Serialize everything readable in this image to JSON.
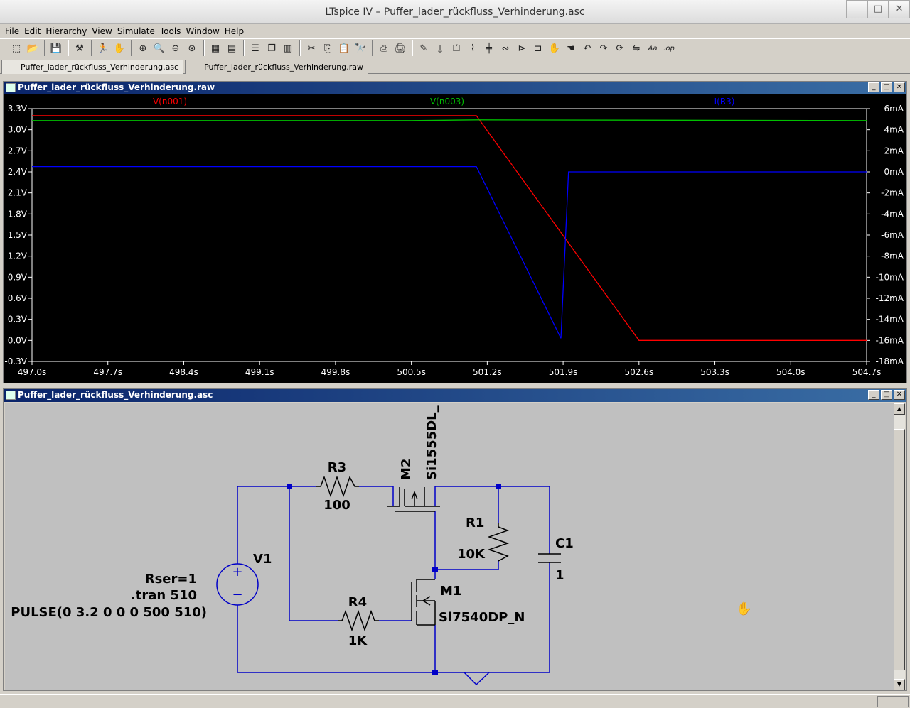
{
  "window": {
    "title": "LTspice IV – Puffer_lader_rückfluss_Verhinderung.asc",
    "minimize": "–",
    "maximize": "□",
    "close": "✕"
  },
  "menu": [
    {
      "label": "File"
    },
    {
      "label": "Edit"
    },
    {
      "label": "Hierarchy"
    },
    {
      "label": "View"
    },
    {
      "label": "Simulate"
    },
    {
      "label": "Tools"
    },
    {
      "label": "Window"
    },
    {
      "label": "Help"
    }
  ],
  "toolbar": {
    "groups": [
      [
        "new-schematic-icon",
        "open-icon"
      ],
      [
        "save-icon"
      ],
      [
        "control-panel-icon"
      ],
      [
        "run-icon",
        "halt-icon"
      ],
      [
        "zoom-in-icon",
        "zoom-pan-icon",
        "zoom-out-icon",
        "zoom-cancel-icon"
      ],
      [
        "autorange-icon",
        "dim-icon"
      ],
      [
        "tile-horizontal-icon",
        "cascade-icon",
        "tile-vertical-icon"
      ],
      [
        "cut-icon",
        "copy-icon",
        "paste-icon",
        "find-icon"
      ],
      [
        "print-setup-icon",
        "print-icon"
      ],
      [
        "wire-icon",
        "ground-icon",
        "label-icon",
        "resistor-icon",
        "capacitor-icon",
        "inductor-icon",
        "diode-icon",
        "component-icon",
        "move-icon",
        "drag-icon",
        "undo-icon",
        "redo-icon",
        "rotate-icon",
        "mirror-icon",
        "text-icon",
        "spice-directive-icon"
      ]
    ],
    "glyphs": {
      "new-schematic-icon": "⬚",
      "open-icon": "📂",
      "save-icon": "💾",
      "control-panel-icon": "⚒",
      "run-icon": "🏃",
      "halt-icon": "✋",
      "zoom-in-icon": "⊕",
      "zoom-pan-icon": "🔍",
      "zoom-out-icon": "⊖",
      "zoom-cancel-icon": "⊗",
      "autorange-icon": "▦",
      "dim-icon": "▤",
      "tile-horizontal-icon": "☰",
      "cascade-icon": "❐",
      "tile-vertical-icon": "▥",
      "cut-icon": "✂",
      "copy-icon": "⎘",
      "paste-icon": "📋",
      "find-icon": "🔭",
      "print-setup-icon": "⎙",
      "print-icon": "🖨",
      "wire-icon": "✎",
      "ground-icon": "⏚",
      "label-icon": "⏍",
      "resistor-icon": "⌇",
      "capacitor-icon": "╪",
      "inductor-icon": "∾",
      "diode-icon": "⊳",
      "component-icon": "⊐",
      "move-icon": "✋",
      "drag-icon": "☚",
      "undo-icon": "↶",
      "redo-icon": "↷",
      "rotate-icon": "⟳",
      "mirror-icon": "⇋",
      "text-icon": "Aa",
      "spice-directive-icon": ".op"
    }
  },
  "tabs": [
    {
      "label": "Puffer_lader_rückfluss_Verhinderung.asc",
      "active": true
    },
    {
      "label": "Puffer_lader_rückfluss_Verhinderung.raw",
      "active": false
    }
  ],
  "waveform_window": {
    "title": "Puffer_lader_rückfluss_Verhinderung.raw"
  },
  "schematic_window": {
    "title": "Puffer_lader_rückfluss_Verhinderung.asc"
  },
  "chart_data": {
    "type": "line",
    "x_ticks": [
      "497.0s",
      "497.7s",
      "498.4s",
      "499.1s",
      "499.8s",
      "500.5s",
      "501.2s",
      "501.9s",
      "502.6s",
      "503.3s",
      "504.0s",
      "504.7s"
    ],
    "xlim": [
      497.0,
      504.7
    ],
    "y_left_ticks": [
      "3.3V",
      "3.0V",
      "2.7V",
      "2.4V",
      "2.1V",
      "1.8V",
      "1.5V",
      "1.2V",
      "0.9V",
      "0.6V",
      "0.3V",
      "0.0V",
      "-0.3V"
    ],
    "ylim_left": [
      -0.3,
      3.3
    ],
    "y_right_ticks": [
      "6mA",
      "4mA",
      "2mA",
      "0mA",
      "-2mA",
      "-4mA",
      "-6mA",
      "-8mA",
      "-10mA",
      "-12mA",
      "-14mA",
      "-16mA",
      "-18mA"
    ],
    "ylim_right": [
      -18,
      6
    ],
    "grid": false,
    "legend_placement": "top",
    "series": [
      {
        "name": "V(n001)",
        "color": "#ff0000",
        "axis": "left",
        "x": [
          497.0,
          501.1,
          502.6,
          504.7
        ],
        "y": [
          3.2,
          3.2,
          0.0,
          0.0
        ]
      },
      {
        "name": "V(n003)",
        "color": "#00c000",
        "axis": "left",
        "x": [
          497.0,
          500.5,
          501.1,
          504.7
        ],
        "y": [
          3.13,
          3.13,
          3.14,
          3.13
        ]
      },
      {
        "name": "I(R3)",
        "color": "#0000ff",
        "axis": "right",
        "x": [
          497.0,
          501.1,
          501.88,
          501.95,
          501.95,
          504.7
        ],
        "y": [
          0.5,
          0.5,
          -15.8,
          0.0,
          0.0,
          0.0
        ]
      }
    ]
  },
  "schematic": {
    "labels": {
      "r3_name": "R3",
      "r3_value": "100",
      "m2_name": "M2",
      "m2_model": "Si1555DL_",
      "r1_name": "R1",
      "r1_value": "10K",
      "c1_name": "C1",
      "c1_value": "1",
      "v1_name": "V1",
      "rser": "Rser=1",
      "tran": ".tran 510",
      "pulse": "PULSE(0 3.2 0 0 0 500 510)",
      "m1_name": "M1",
      "m1_model": "Si7540DP_N",
      "r4_name": "R4",
      "r4_value": "1K",
      "v1_plus": "+",
      "v1_minus": "−"
    },
    "wire_color": "#0000c8",
    "label_color": "#000000"
  },
  "cursor": {
    "icon": "hand-cursor-icon",
    "glyph": "✋"
  }
}
